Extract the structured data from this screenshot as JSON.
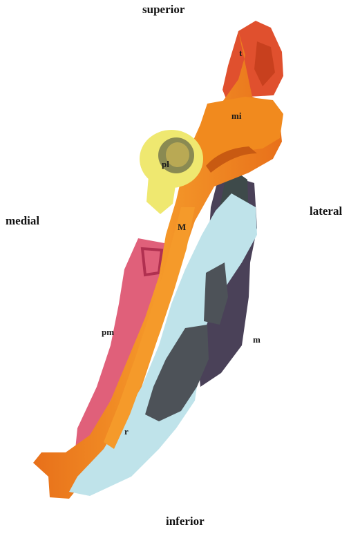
{
  "orientation": {
    "superior": "superior",
    "inferior": "inferior",
    "medial": "medial",
    "lateral": "lateral"
  },
  "parts": {
    "t": "t",
    "mi": "mi",
    "pl": "pl",
    "M": "M",
    "pm": "pm",
    "m": "m",
    "r": "r"
  },
  "colors": {
    "orange": "#f18a1e",
    "orange_dark": "#d9661a",
    "red_top": "#e0502e",
    "yellow": "#efe870",
    "light_blue": "#bfe3ea",
    "dark_gray": "#4d5258",
    "purple_gray": "#4a4158",
    "pink": "#e0607a"
  }
}
